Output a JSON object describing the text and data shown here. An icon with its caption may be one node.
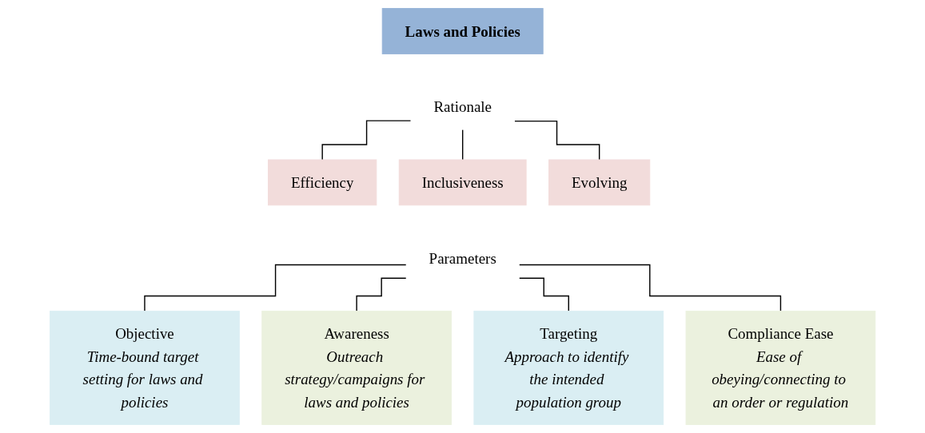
{
  "diagram": {
    "nodes": [
      {
        "text": [
          "Laws and Policies"
        ]
      },
      {
        "text": [
          "Rationale"
        ]
      },
      {
        "text": [
          "Efficiency"
        ]
      },
      {
        "text": [
          "Inclusiveness"
        ]
      },
      {
        "text": [
          "Evolving"
        ]
      },
      {
        "text": [
          "Parameters"
        ]
      },
      {
        "text": [
          "Objective",
          "Time-bound target setting for laws and policies"
        ]
      },
      {
        "text": [
          "Awareness",
          "Outreach strategy/campaigns for laws and policies"
        ]
      },
      {
        "text": [
          "Targeting",
          "Approach to identify the intended population group"
        ]
      },
      {
        "text": [
          "Compliance Ease",
          "Ease of obeying/connecting to an order or regulation"
        ]
      }
    ],
    "edges": [
      {
        "from": 1,
        "to": 2,
        "arrow": "none"
      },
      {
        "from": 1,
        "to": 3,
        "arrow": "none"
      },
      {
        "from": 1,
        "to": 4,
        "arrow": "none"
      },
      {
        "from": 5,
        "to": 6,
        "arrow": "none"
      },
      {
        "from": 5,
        "to": 7,
        "arrow": "none"
      },
      {
        "from": 5,
        "to": 8,
        "arrow": "none"
      },
      {
        "from": 5,
        "to": 9,
        "arrow": "none"
      }
    ]
  }
}
